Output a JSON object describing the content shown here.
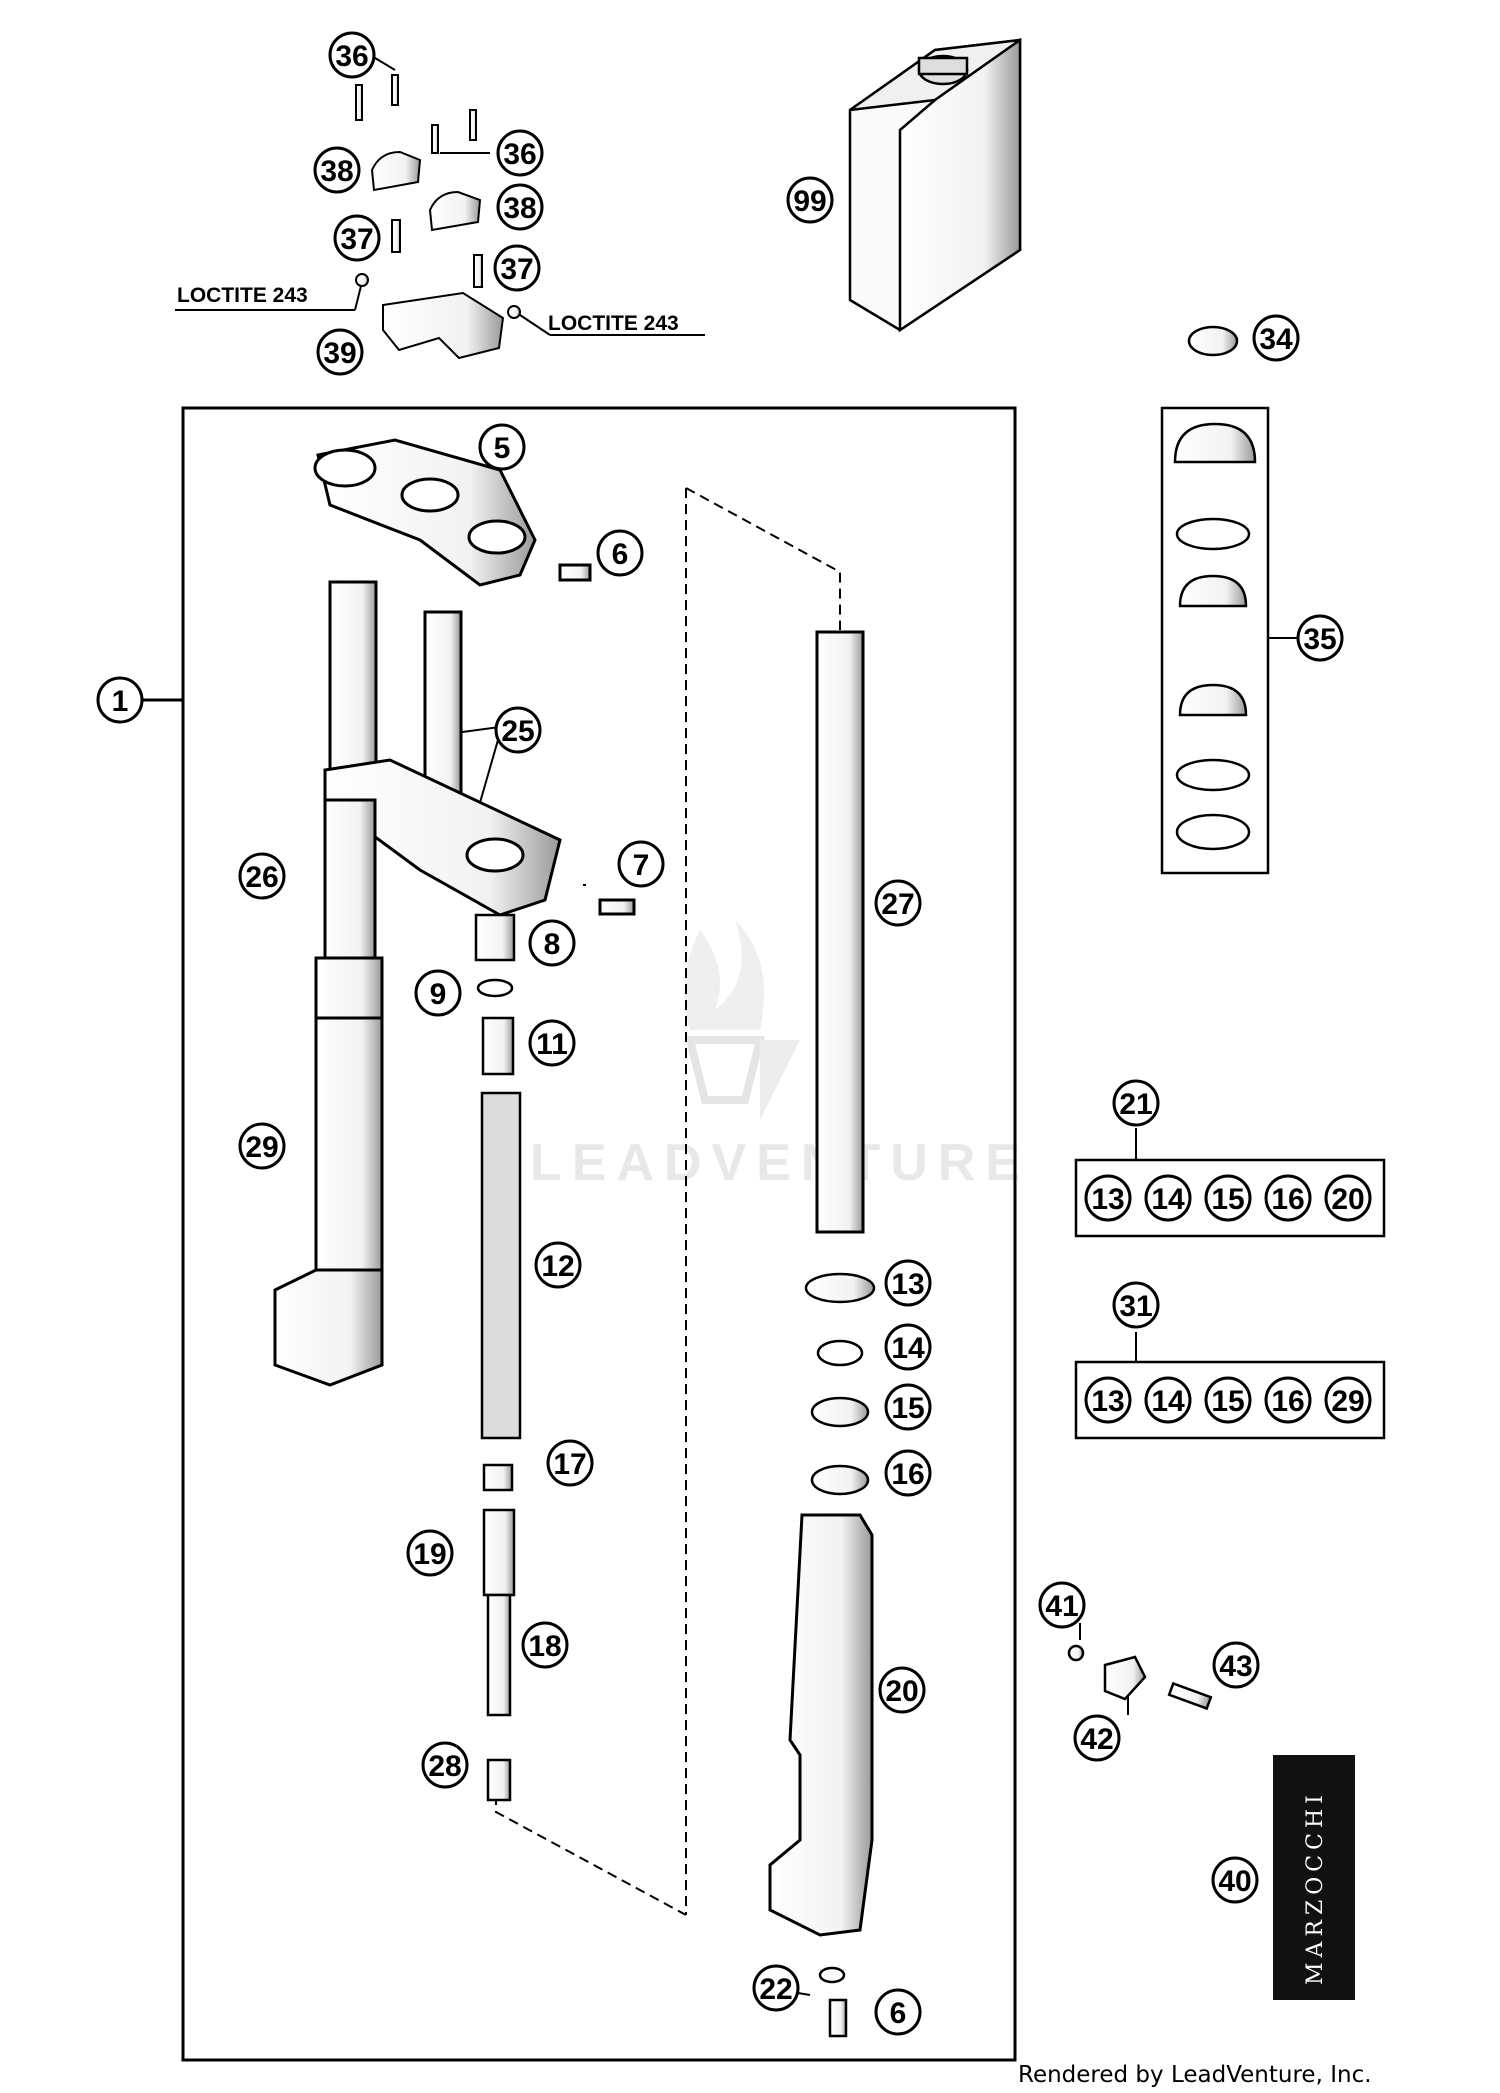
{
  "diagram": {
    "callouts": {
      "c1": "1",
      "c5": "5",
      "c6a": "6",
      "c6b": "6",
      "c7": "7",
      "c8": "8",
      "c9": "9",
      "c11": "11",
      "c12": "12",
      "c13": "13",
      "c14": "14",
      "c15": "15",
      "c16": "16",
      "c17": "17",
      "c18": "18",
      "c19": "19",
      "c20": "20",
      "c21": "21",
      "c22": "22",
      "c25": "25",
      "c26": "26",
      "c27": "27",
      "c28": "28",
      "c29": "29",
      "c31": "31",
      "c34": "34",
      "c35": "35",
      "c36a": "36",
      "c36b": "36",
      "c37a": "37",
      "c37b": "37",
      "c38a": "38",
      "c38b": "38",
      "c39": "39",
      "c40": "40",
      "c41": "41",
      "c42": "42",
      "c43": "43",
      "c99": "99"
    },
    "kit21_items": [
      "13",
      "14",
      "15",
      "16",
      "20"
    ],
    "kit31_items": [
      "13",
      "14",
      "15",
      "16",
      "29"
    ],
    "loctite_left": "LOCTITE 243",
    "loctite_right": "LOCTITE 243",
    "brand_label": "MARZOCCHI",
    "watermark": "LEADVENTURE",
    "credit": "Rendered by LeadVenture, Inc."
  },
  "colors": {
    "ink": "#000000",
    "paper": "#ffffff",
    "watermark": "#e6e6e6"
  }
}
